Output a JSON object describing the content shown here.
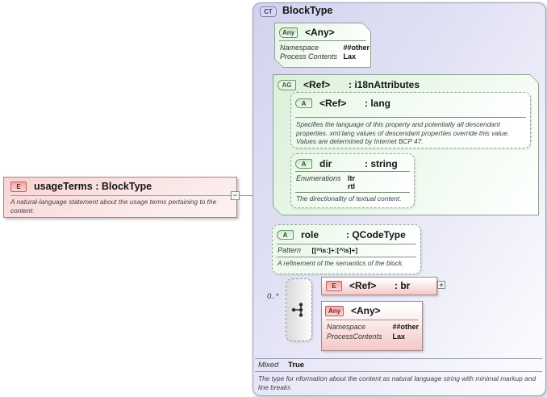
{
  "element": {
    "badge": "E",
    "title": "usageTerms : BlockType",
    "annotation": "A natural-language statement about the usage terms pertaining to the content."
  },
  "toggles": {
    "collapse": "−",
    "expand": "+"
  },
  "panel": {
    "badge": "CT",
    "title": "BlockType",
    "footer": {
      "mixed_label": "Mixed",
      "mixed_value": "True",
      "annotation": "The type for nformation about the content as natural language string with minimal markup and line breaks"
    }
  },
  "any_top": {
    "badge": "Any",
    "title": "<Any>",
    "props": [
      {
        "name": "Namespace",
        "value": "##other"
      },
      {
        "name": "Process Contents",
        "value": "Lax"
      }
    ]
  },
  "attr_group": {
    "badge": "AG",
    "name": "<Ref>",
    "type": ": i18nAttributes",
    "lang": {
      "badge": "A",
      "name": "<Ref>",
      "type": ": lang",
      "annotation": "Specifies the language of this property and potentially all descendant properties. xml:lang values of descendant properties override this value. Values are determined by Internet BCP 47."
    },
    "dir": {
      "badge": "A",
      "name": "dir",
      "type": ": string",
      "enum_label": "Enumerations",
      "enum_values": [
        "ltr",
        "rtl"
      ],
      "annotation": "The directionality of textual content."
    }
  },
  "role": {
    "badge": "A",
    "name": "role",
    "type": ": QCodeType",
    "pattern_label": "Pattern",
    "pattern_value": "[[^\\s:]+:[^\\s]+]",
    "annotation": "A refinement of the semantics of the block."
  },
  "choice": {
    "occurrence": "0..*"
  },
  "br_element": {
    "badge": "E",
    "name": "<Ref>",
    "type": ": br"
  },
  "any_bottom": {
    "badge": "Any",
    "title": "<Any>",
    "props": [
      {
        "name": "Namespace",
        "value": "##other"
      },
      {
        "name": "ProcessContents",
        "value": "Lax"
      }
    ]
  }
}
